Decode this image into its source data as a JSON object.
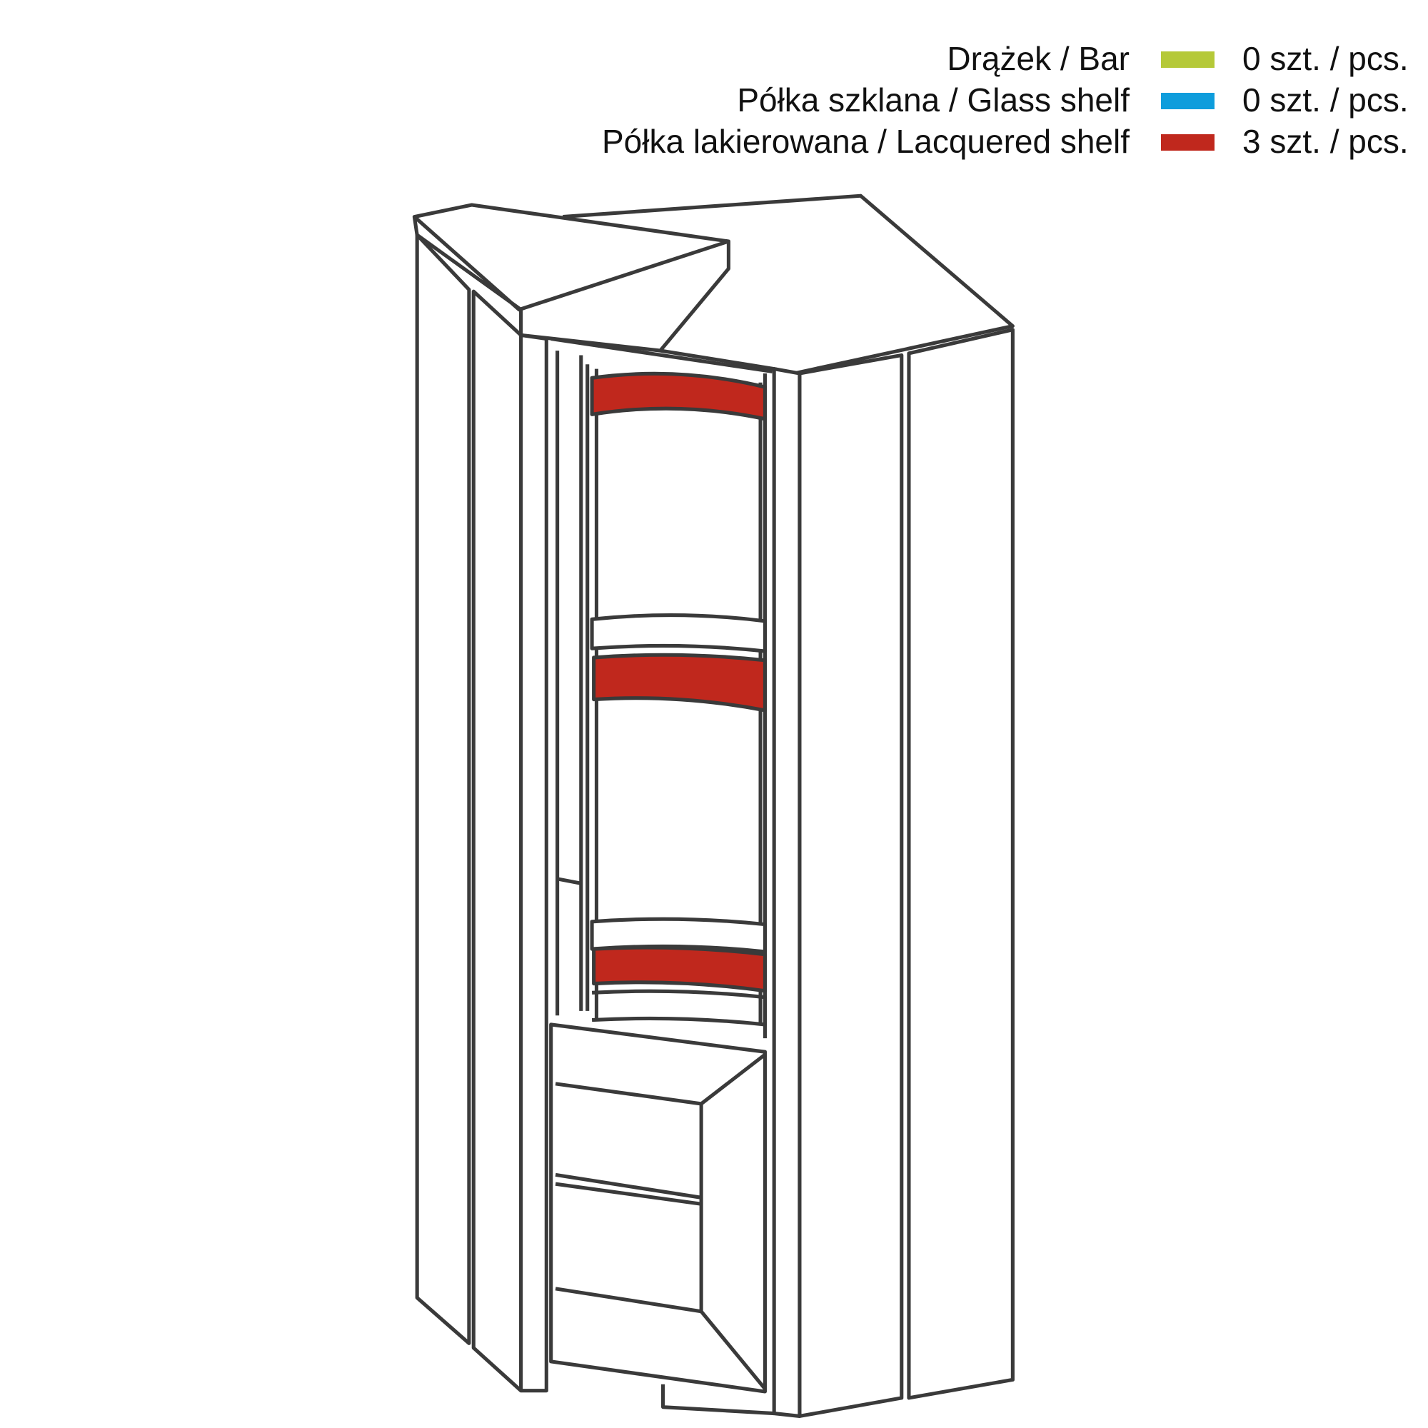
{
  "legend": [
    {
      "label": "Drążek / Bar",
      "count": "0 szt. / pcs.",
      "color": "#b5c938"
    },
    {
      "label": "Półka szklana / Glass shelf",
      "count": "0 szt. / pcs.",
      "color": "#0e9ddc"
    },
    {
      "label": "Półka lakierowana / Lacquered shelf",
      "count": "3 szt. / pcs.",
      "color": "#c0281d"
    }
  ]
}
